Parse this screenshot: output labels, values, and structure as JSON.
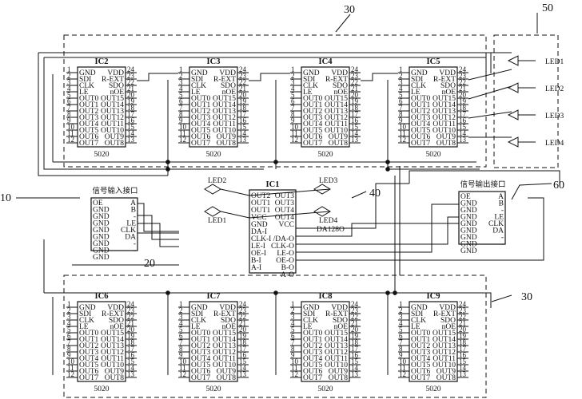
{
  "refs": {
    "r30_top": "30",
    "r50": "50",
    "r10": "10",
    "r40": "40",
    "r60": "60",
    "r20": "20",
    "r30_bottom": "30"
  },
  "driver_chip": {
    "left_pins": [
      "GND",
      "SDI",
      "CLK",
      "LE",
      "OUT0",
      "OUT1",
      "OUT2",
      "OUT3",
      "OUT4",
      "OUT5",
      "OUT6",
      "OUT7"
    ],
    "right_pins": [
      "VDD",
      "R-EXT",
      "SDO",
      "nOE",
      "OUT15",
      "OUT14",
      "OUT13",
      "OUT12",
      "OUT11",
      "OUT10",
      "OUT9",
      "OUT8"
    ],
    "left_nums": [
      "1",
      "2",
      "3",
      "4",
      "5",
      "6",
      "7",
      "8",
      "9",
      "10",
      "11",
      "12"
    ],
    "right_nums": [
      "24",
      "23",
      "22",
      "21",
      "20",
      "19",
      "18",
      "17",
      "16",
      "15",
      "14",
      "13"
    ],
    "part": "5020"
  },
  "chips_top": [
    "IC2",
    "IC3",
    "IC4",
    "IC5"
  ],
  "chips_bottom": [
    "IC6",
    "IC7",
    "IC8",
    "IC9"
  ],
  "leds_right": [
    "LED1",
    "LED2",
    "LED3",
    "LED4"
  ],
  "ic1": {
    "name": "IC1",
    "part": "DA128O",
    "left": [
      "OUT2",
      "OUT1",
      "OUT1",
      "VCC",
      "GND",
      "DA-I",
      "CLK-I",
      "LE-I",
      "OE-I",
      "B-I",
      "A-I"
    ],
    "right": [
      "OUT3",
      "OUT3",
      "OUT4",
      "OUT4",
      "VCC",
      "",
      "/DA-O",
      "CLK-O",
      "LE-O",
      "OE-O",
      "B-O",
      "A-O"
    ],
    "leds": [
      "LED2",
      "LED1",
      "LED3",
      "LED4"
    ]
  },
  "input_port": {
    "title": "信号输入接口",
    "left": [
      "OE",
      "GND",
      "GND",
      "GND",
      "GND",
      "GND",
      "GND",
      "GND",
      "GND"
    ],
    "right": [
      "A",
      "B",
      "-",
      "LE",
      "CLK",
      "DA",
      "-",
      "-"
    ]
  },
  "output_port": {
    "title": "信号输出接口",
    "left": [
      "OE",
      "GND",
      "GND",
      "GND",
      "GND",
      "GND",
      "GND",
      "GND",
      "GND"
    ],
    "right": [
      "A",
      "B",
      "-",
      "LE",
      "CLK",
      "DA",
      "-",
      "-"
    ]
  }
}
